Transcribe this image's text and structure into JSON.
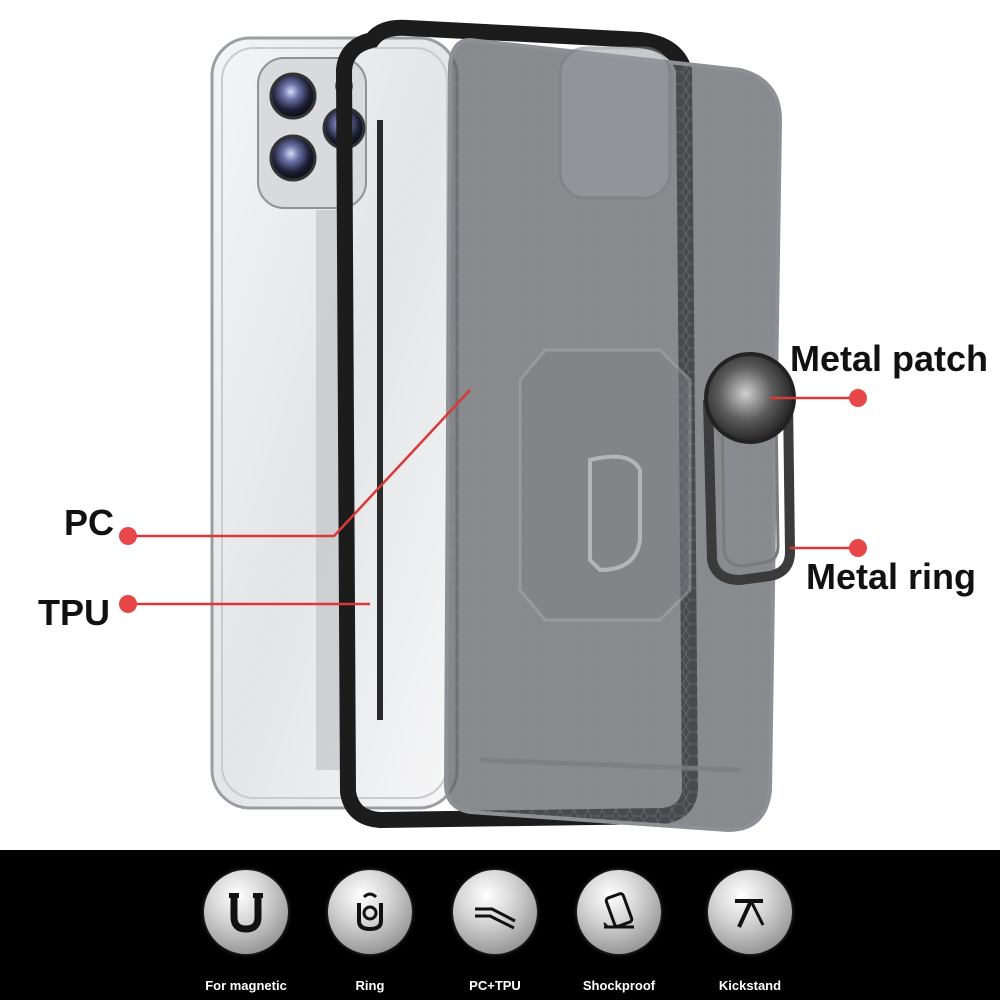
{
  "callouts": {
    "metal_patch": "Metal patch",
    "metal_ring": "Metal ring",
    "pc": "PC",
    "tpu": "TPU"
  },
  "colors": {
    "callout_line": "#d83a3a",
    "callout_dot": "#e8474a",
    "feature_bar_bg": "#000000",
    "case_tint": "#5a5d61",
    "bumper": "#1c1c1c"
  },
  "features": [
    {
      "label": "For magnetic",
      "icon": "magnet-icon"
    },
    {
      "label": "Ring",
      "icon": "ring-holder-icon"
    },
    {
      "label": "PC+TPU",
      "icon": "layers-icon"
    },
    {
      "label": "Shockproof",
      "icon": "shockproof-phone-icon"
    },
    {
      "label": "Kickstand",
      "icon": "kickstand-icon"
    }
  ]
}
